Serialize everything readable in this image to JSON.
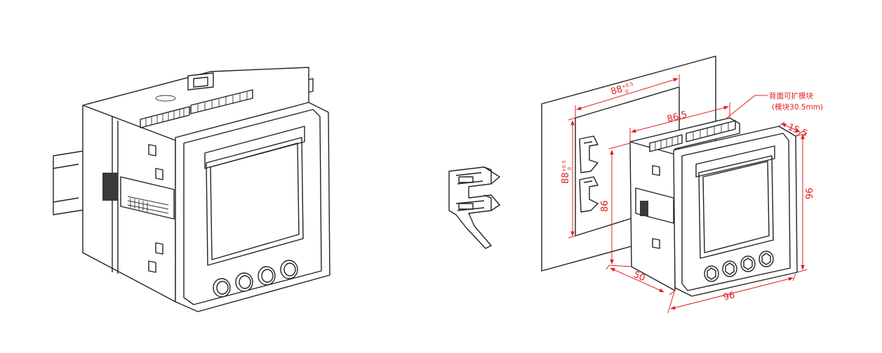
{
  "dimensions": {
    "panel_cutout_width": {
      "value": "88",
      "tolerance": "+0.5",
      "tolerance_lower": "0"
    },
    "panel_cutout_height": {
      "value": "88",
      "tolerance": "+0.5",
      "tolerance_lower": "0"
    },
    "body_width": "86.5",
    "body_height": "86",
    "depth": "50",
    "front_width": "96",
    "front_height": "96",
    "bezel_depth": "15.5"
  },
  "note": {
    "line1": "背面可扩模块",
    "line2": "(模块30.5mm)"
  },
  "colors": {
    "line": "#222222",
    "dimension": "#e02020"
  }
}
